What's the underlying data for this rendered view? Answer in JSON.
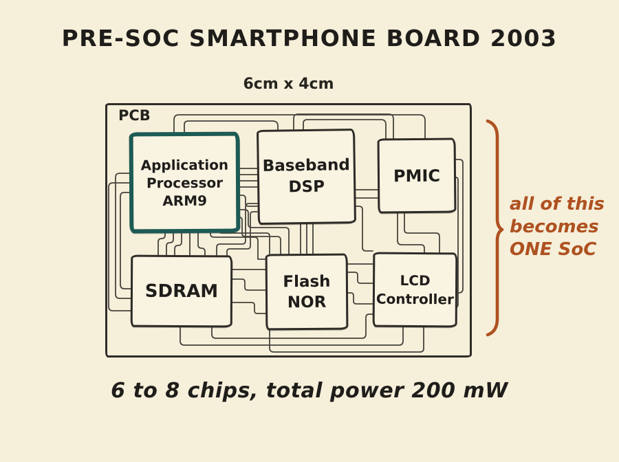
{
  "title": "PRE-SOC SMARTPHONE BOARD 2003",
  "board": {
    "size_label": "6cm x 4cm",
    "pcb_label": "PCB",
    "chips": [
      {
        "name": "application-processor",
        "lines": [
          "Application",
          "Processor",
          "ARM9"
        ],
        "highlighted": true
      },
      {
        "name": "baseband-dsp",
        "lines": [
          "Baseband",
          "DSP"
        ],
        "highlighted": false
      },
      {
        "name": "pmic",
        "lines": [
          "PMIC"
        ],
        "highlighted": false
      },
      {
        "name": "sdram",
        "lines": [
          "SDRAM"
        ],
        "highlighted": false
      },
      {
        "name": "flash-nor",
        "lines": [
          "Flash",
          "NOR"
        ],
        "highlighted": false
      },
      {
        "name": "lcd-controller",
        "lines": [
          "LCD",
          "Controller"
        ],
        "highlighted": false
      }
    ]
  },
  "annotation": {
    "line1": "all of this",
    "line2": "becomes",
    "line3": "ONE SoC"
  },
  "caption": "6 to 8 chips, total power 200 mW",
  "colors": {
    "background": "#f6efda",
    "ink": "#222220",
    "trace": "#45433c",
    "chip_border": "#2e2c27",
    "highlight_border": "#1d5a54",
    "accent": "#ae5120"
  }
}
